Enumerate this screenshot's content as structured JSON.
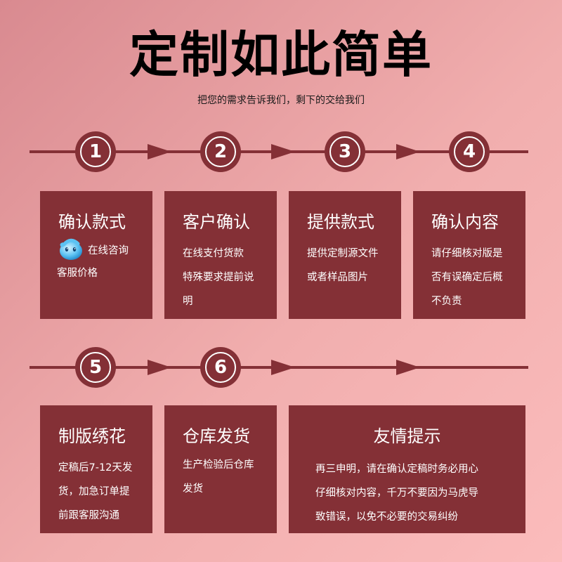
{
  "header": {
    "title": "定制如此简单",
    "subtitle": "把您的需求告诉我们，剩下的交给我们"
  },
  "colors": {
    "accent": "#843036",
    "background_start": "#d98a90",
    "background_end": "#fbbcbc",
    "text_light": "#ffffff"
  },
  "steps": [
    {
      "num": "1",
      "title": "确认款式",
      "icon": "qq-penguin-icon",
      "lines": [
        "在线咨询",
        "客服价格"
      ]
    },
    {
      "num": "2",
      "title": "客户确认",
      "lines": [
        "在线支付货款",
        "特殊要求提前说",
        "明"
      ]
    },
    {
      "num": "3",
      "title": "提供款式",
      "lines": [
        "提供定制源文件",
        "或者样品图片"
      ]
    },
    {
      "num": "4",
      "title": "确认内容",
      "lines": [
        "请仔细核对版是",
        "否有误确定后概",
        "不负责"
      ]
    },
    {
      "num": "5",
      "title": "制版绣花",
      "lines": [
        "定稿后7-12天发",
        "货，加急订单提",
        "前跟客服沟通"
      ]
    },
    {
      "num": "6",
      "title": "仓库发货",
      "lines": [
        "生产检验后仓库",
        "发货"
      ]
    }
  ],
  "tip": {
    "title": "友情提示",
    "lines": [
      "再三申明，请在确认定稿时务必用心",
      "仔细核对内容，千万不要因为马虎导",
      "致错误，以免不必要的交易纠纷"
    ]
  }
}
